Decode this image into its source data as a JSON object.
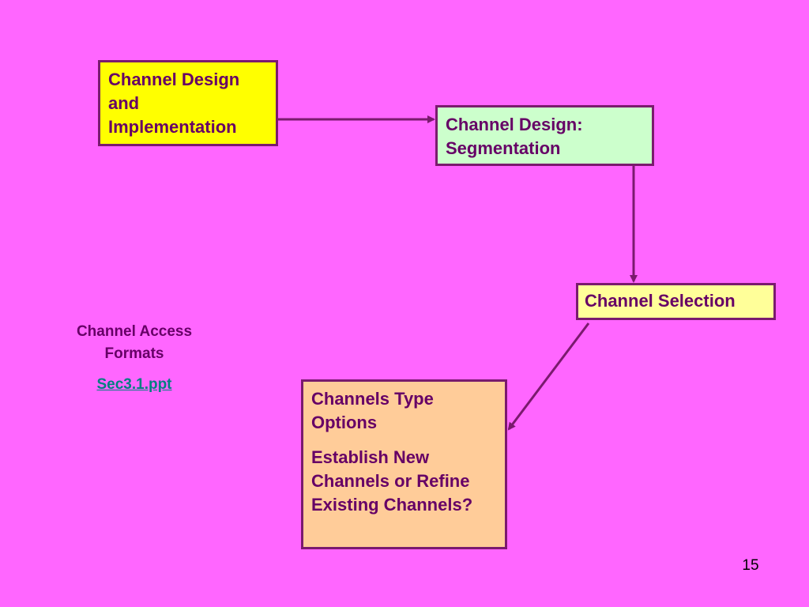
{
  "boxes": {
    "implementation": "Channel Design and Implementation",
    "segmentation": "Channel Design: Segmentation",
    "selection": "Channel Selection",
    "types_options": "Channels Type Options",
    "types_question": "Establish New Channels or Refine Existing Channels?"
  },
  "side_note": {
    "label": "Channel Access Formats",
    "link": "Sec3.1.ppt"
  },
  "page_number": "15",
  "colors": {
    "background": "#ff66ff",
    "text": "#660066",
    "border": "#7a1a6e",
    "implementation_fill": "#ffff00",
    "segmentation_fill": "#ccffcc",
    "selection_fill": "#ffff99",
    "types_fill": "#ffcc99",
    "link": "#008080"
  }
}
